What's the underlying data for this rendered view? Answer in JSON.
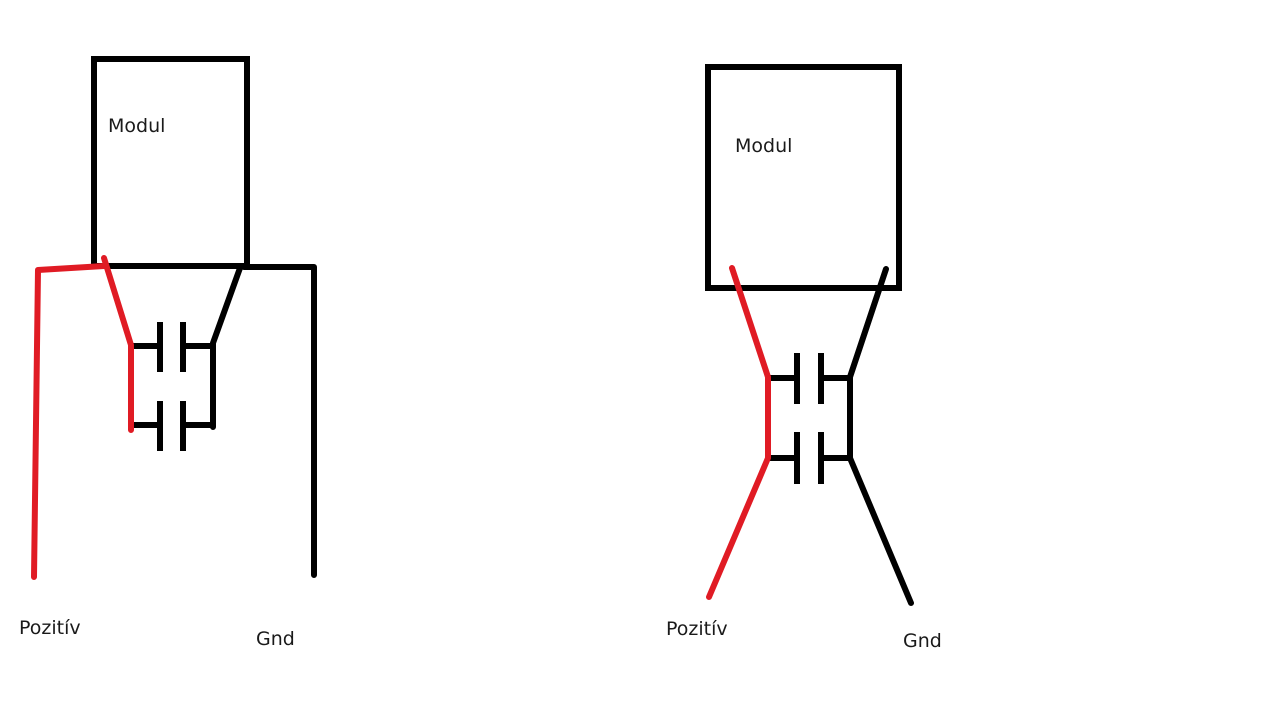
{
  "colors": {
    "wire_black": "#000000",
    "wire_red": "#e01b24",
    "background": "#ffffff"
  },
  "left_circuit": {
    "module_label": "Modul",
    "positive_label": "Pozitív",
    "ground_label": "Gnd"
  },
  "right_circuit": {
    "module_label": "Modul",
    "positive_label": "Pozitív",
    "ground_label": "Gnd"
  }
}
